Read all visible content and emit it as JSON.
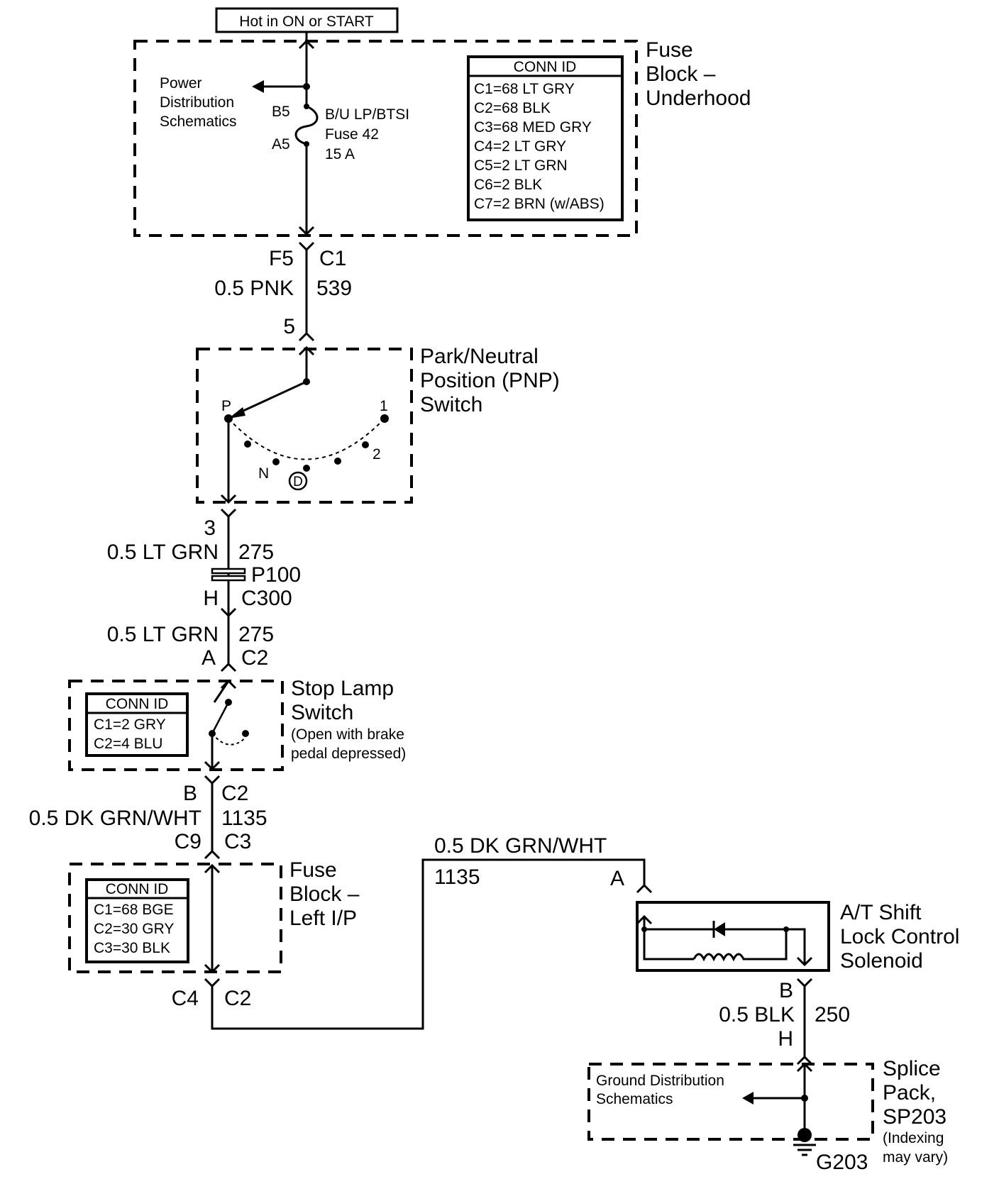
{
  "header": {
    "power_label": "Hot in ON or START"
  },
  "fuse_block_underhood": {
    "title": [
      "Fuse",
      "Block –",
      "Underhood"
    ],
    "power_ref": [
      "Power",
      "Distribution",
      "Schematics"
    ],
    "fuse_pins": {
      "top": "B5",
      "bottom": "A5"
    },
    "fuse_label": [
      "B/U LP/BTSI",
      "Fuse 42",
      "15 A"
    ],
    "conn_id": {
      "header": "CONN ID",
      "rows": [
        "C1=68 LT GRY",
        "C2=68 BLK",
        "C3=68 MED GRY",
        "C4=2 LT GRY",
        "C5=2 LT GRN",
        "C6=2 BLK",
        "C7=2 BRN (w/ABS)"
      ]
    }
  },
  "wire_539": {
    "pin_left": "F5",
    "pin_right": "C1",
    "gauge": "0.5 PNK",
    "circuit": "539",
    "pnp_pin_in": "5"
  },
  "pnp_switch": {
    "title": [
      "Park/Neutral",
      "Position (PNP)",
      "Switch"
    ],
    "positions": {
      "p": "P",
      "n": "N",
      "d": "D",
      "two": "2",
      "one": "1"
    }
  },
  "wire_275": {
    "pnp_pin_out": "3",
    "gauge": "0.5 LT GRN",
    "circuit": "275",
    "connector_p": "P100",
    "pin_h": "H",
    "connector_c": "C300",
    "gauge2": "0.5 LT GRN",
    "circuit2": "275",
    "pin_a": "A",
    "conn_c2": "C2"
  },
  "stop_lamp_switch": {
    "title": [
      "Stop Lamp",
      "Switch"
    ],
    "note": [
      "(Open with brake",
      "pedal depressed)"
    ],
    "conn_id": {
      "header": "CONN ID",
      "rows": [
        "C1=2 GRY",
        "C2=4 BLU"
      ]
    }
  },
  "wire_1135_a": {
    "pin_b": "B",
    "conn_c2": "C2",
    "gauge": "0.5 DK GRN/WHT",
    "circuit": "1135",
    "pin_c9": "C9",
    "conn_c3": "C3"
  },
  "fuse_block_left": {
    "title": [
      "Fuse",
      "Block –",
      "Left I/P"
    ],
    "conn_id": {
      "header": "CONN ID",
      "rows": [
        "C1=68 BGE",
        "C2=30 GRY",
        "C3=30 BLK"
      ]
    },
    "pin_c4": "C4",
    "conn_c2": "C2"
  },
  "wire_1135_b": {
    "gauge": "0.5 DK GRN/WHT",
    "circuit": "1135",
    "pin_a": "A"
  },
  "solenoid": {
    "title": [
      "A/T Shift",
      "Lock Control",
      "Solenoid"
    ]
  },
  "wire_250": {
    "pin_b": "B",
    "gauge": "0.5 BLK",
    "circuit": "250",
    "pin_h": "H"
  },
  "splice_pack": {
    "title": [
      "Splice",
      "Pack,",
      "SP203"
    ],
    "note": [
      "(Indexing",
      "may vary)"
    ],
    "ground_ref": [
      "Ground Distribution",
      "Schematics"
    ],
    "ground": "G203"
  }
}
